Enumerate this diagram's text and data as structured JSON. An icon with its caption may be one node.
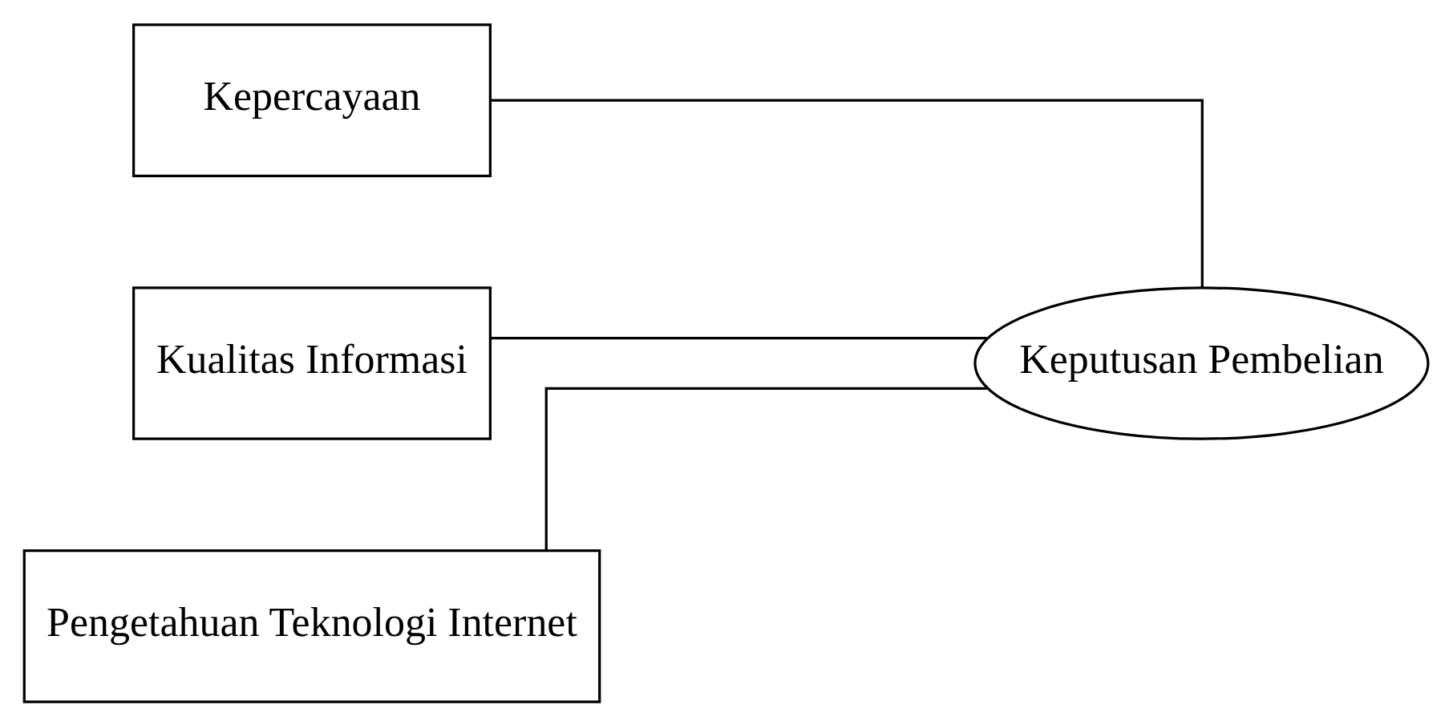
{
  "diagram": {
    "nodes": [
      {
        "text": [
          "Kepercayaan"
        ]
      },
      {
        "text": [
          "Kualitas Informasi"
        ]
      },
      {
        "text": [
          "Pengetahuan Teknologi Internet"
        ]
      },
      {
        "text": [
          "Keputusan Pembelian"
        ]
      }
    ],
    "edges": [
      {
        "from": 0,
        "to": 3,
        "arrow": "none"
      },
      {
        "from": 1,
        "to": 3,
        "arrow": "none"
      },
      {
        "from": 2,
        "to": 3,
        "arrow": "none"
      }
    ]
  }
}
